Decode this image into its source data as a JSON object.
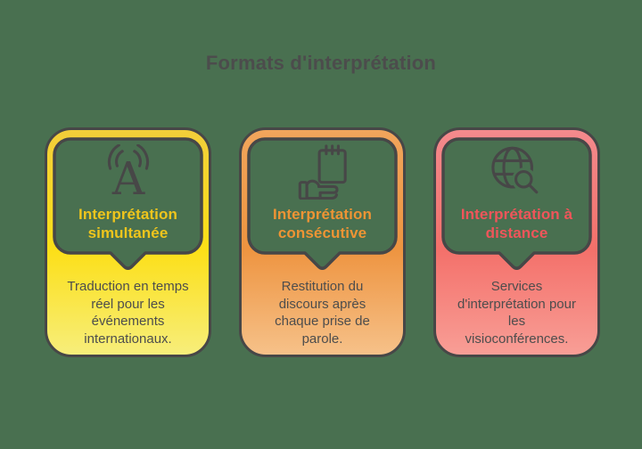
{
  "page": {
    "title": "Formats d'interprétation",
    "background_color": "#497050",
    "outline_color": "#474747",
    "title_color": "#4C4C4C",
    "body_text_color": "#4D4D4D"
  },
  "cards": [
    {
      "id": "simultanee",
      "icon": "broadcast-a-icon",
      "title_lines": [
        "Interprétation",
        "simultanée"
      ],
      "body_lines": [
        "Traduction en temps",
        "réel pour les",
        "événements",
        "internationaux."
      ],
      "accent": "#EFC51C",
      "gradient_top": "#F2CE3A",
      "gradient_mid": "#FCDF17",
      "gradient_bottom": "#F7EE7B"
    },
    {
      "id": "consecutive",
      "icon": "notepad-hand-icon",
      "title_lines": [
        "Interprétation",
        "consécutive"
      ],
      "body_lines": [
        "Restitution du",
        "discours après",
        "chaque prise de",
        "parole."
      ],
      "accent": "#EE9434",
      "gradient_top": "#F1A55C",
      "gradient_mid": "#EE9440",
      "gradient_bottom": "#F6C189"
    },
    {
      "id": "distance",
      "icon": "globe-search-icon",
      "title_lines": [
        "Interprétation à",
        "distance"
      ],
      "body_lines": [
        "Services",
        "d'interprétation pour",
        "les",
        "visioconférences."
      ],
      "accent": "#F0555A",
      "gradient_top": "#F48A8D",
      "gradient_mid": "#F4706A",
      "gradient_bottom": "#F89E96"
    }
  ]
}
